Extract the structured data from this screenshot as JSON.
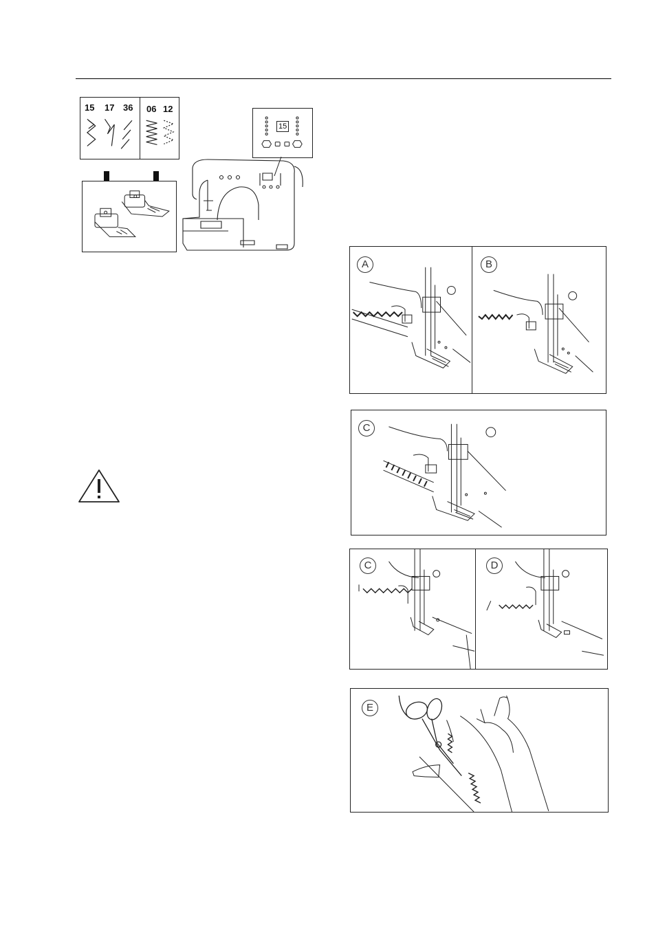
{
  "stitch_chart": {
    "group_a": [
      "15",
      "17",
      "36"
    ],
    "group_b": [
      "06",
      "12"
    ]
  },
  "display_panel": {
    "pattern_number": "15"
  },
  "figures": {
    "a": {
      "label": "A"
    },
    "b": {
      "label": "B"
    },
    "c1": {
      "label": "C"
    },
    "c2": {
      "label": "C"
    },
    "d": {
      "label": "D"
    },
    "e": {
      "label": "E"
    }
  },
  "icons": [
    "arrow-down-icon",
    "warning-triangle-icon",
    "scissors-icon"
  ],
  "colors": {
    "line": "#222222",
    "background": "#ffffff"
  }
}
